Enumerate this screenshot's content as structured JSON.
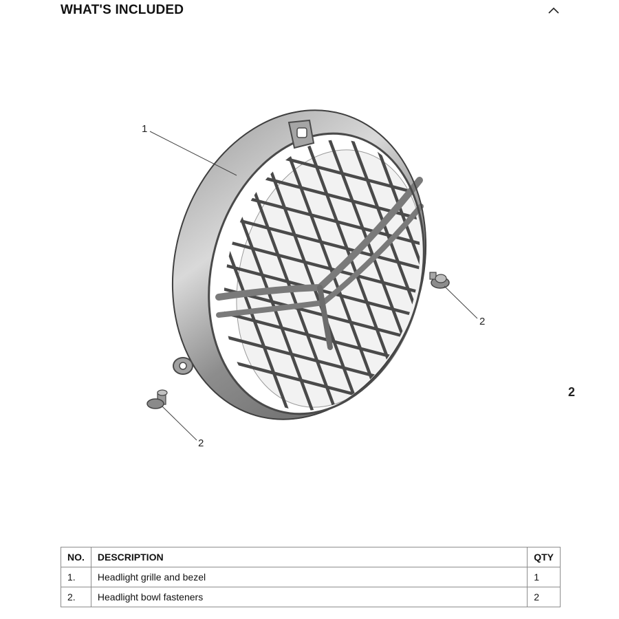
{
  "section": {
    "title": "WHAT'S INCLUDED",
    "toggle_icon": "chevron-up-icon"
  },
  "diagram": {
    "callouts": [
      "1",
      "2",
      "2"
    ],
    "edge_mark": "2"
  },
  "table": {
    "headers": {
      "no": "NO.",
      "description": "DESCRIPTION",
      "qty": "QTY"
    },
    "rows": [
      {
        "no": "1.",
        "description": "Headlight grille and bezel",
        "qty": "1"
      },
      {
        "no": "2.",
        "description": "Headlight bowl fasteners",
        "qty": "2"
      }
    ]
  }
}
